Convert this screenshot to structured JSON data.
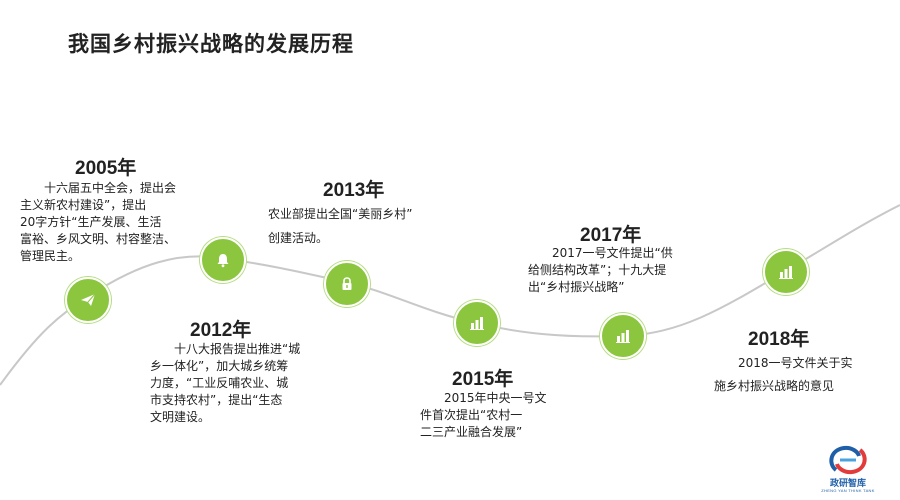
{
  "title": "我国乡村振兴战略的发展历程",
  "accent_color": "#8cc63f",
  "curve_color": "#c8c8c8",
  "milestones": [
    {
      "year": "2005年",
      "icon": "paper-plane-icon",
      "text": "　　十六届五中全会，提出会\n主义新农村建设”，提出\n20字方针“生产发展、生活\n富裕、乡风文明、村容整洁、\n管理民主。"
    },
    {
      "year": "2012年",
      "icon": "bell-icon",
      "text": "　　十八大报告提出推进“城\n乡一体化”，加大城乡统筹\n力度，“工业反哺农业、城\n市支持农村”，提出“生态\n文明建设。"
    },
    {
      "year": "2013年",
      "icon": "lock-icon",
      "text": "农业部提出全国“美丽乡村”\n创建活动。"
    },
    {
      "year": "2015年",
      "icon": "bar-chart-icon",
      "text": "　　2015年中央一号文\n件首次提出“农村一\n二三产业融合发展”"
    },
    {
      "year": "2017年",
      "icon": "bar-chart-icon",
      "text": "　　2017一号文件提出“供\n给侧结构改革”；十九大提\n出“乡村振兴战略”"
    },
    {
      "year": "2018年",
      "icon": "bar-chart-icon",
      "text": "　　2018一号文件关于实\n施乡村振兴战略的意见"
    }
  ],
  "logo": {
    "name": "政研智库",
    "sub": "ZHENG YAN THINK TANK"
  }
}
